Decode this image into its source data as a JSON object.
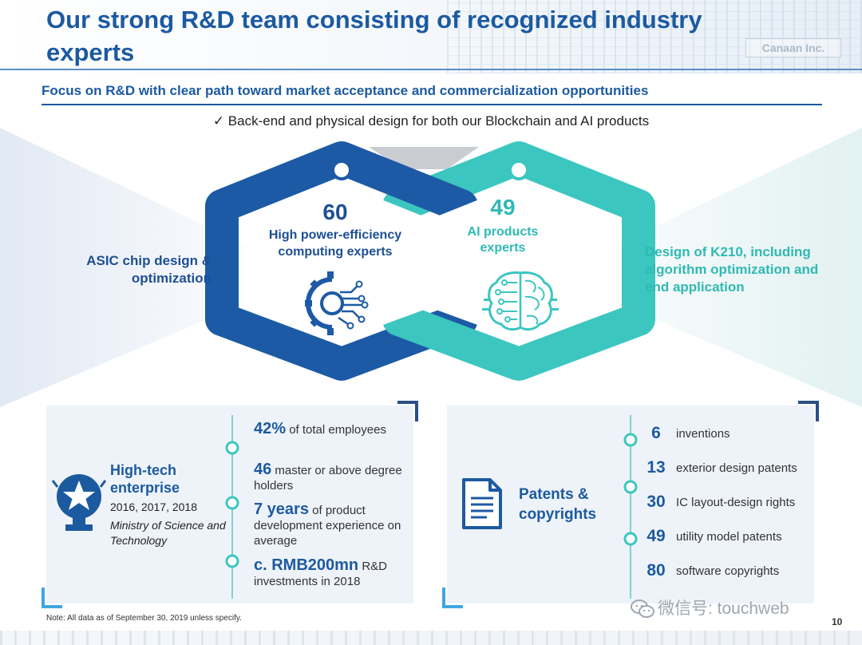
{
  "header": {
    "title": "Our strong R&D team consisting of recognized industry experts",
    "brand": "Canaan Inc."
  },
  "subtitle": "Focus on R&D with clear path toward market acceptance and commercialization opportunities",
  "check_line": "✓  Back-end and physical design for both our Blockchain and AI products",
  "left_hex": {
    "number": "60",
    "label": "High power-efficiency computing experts",
    "side_label": "ASIC chip design & optimization",
    "color": "#1d5aa6",
    "icon": "gear-circuit-icon"
  },
  "right_hex": {
    "number": "49",
    "label": "AI products experts",
    "side_label": "Design of K210, including algorithm optimization and end application",
    "color": "#3cc6c0",
    "icon": "brain-circuit-icon"
  },
  "high_tech": {
    "title": "High-tech enterprise",
    "years": "2016, 2017, 2018",
    "ministry": "Ministry of Science and Technology",
    "icon": "star-trophy-icon"
  },
  "stats": [
    {
      "value": "42%",
      "text": "of total employees"
    },
    {
      "value": "46",
      "text": "master or above degree holders"
    },
    {
      "value": "7 years",
      "text": "of product development experience on average"
    },
    {
      "value": "c. RMB200mn",
      "text": "R&D investments in 2018"
    }
  ],
  "patents": {
    "title": "Patents & copyrights",
    "icon": "document-icon",
    "items": [
      {
        "num": "6",
        "label": "inventions"
      },
      {
        "num": "13",
        "label": "exterior design patents"
      },
      {
        "num": "30",
        "label": "IC layout-design rights"
      },
      {
        "num": "49",
        "label": "utility model patents"
      },
      {
        "num": "80",
        "label": "software copyrights"
      }
    ]
  },
  "footer": {
    "note": "Note: All data as of September 30, 2019 unless specify.",
    "watermark": "微信号: touchweb",
    "page_number": "10"
  }
}
